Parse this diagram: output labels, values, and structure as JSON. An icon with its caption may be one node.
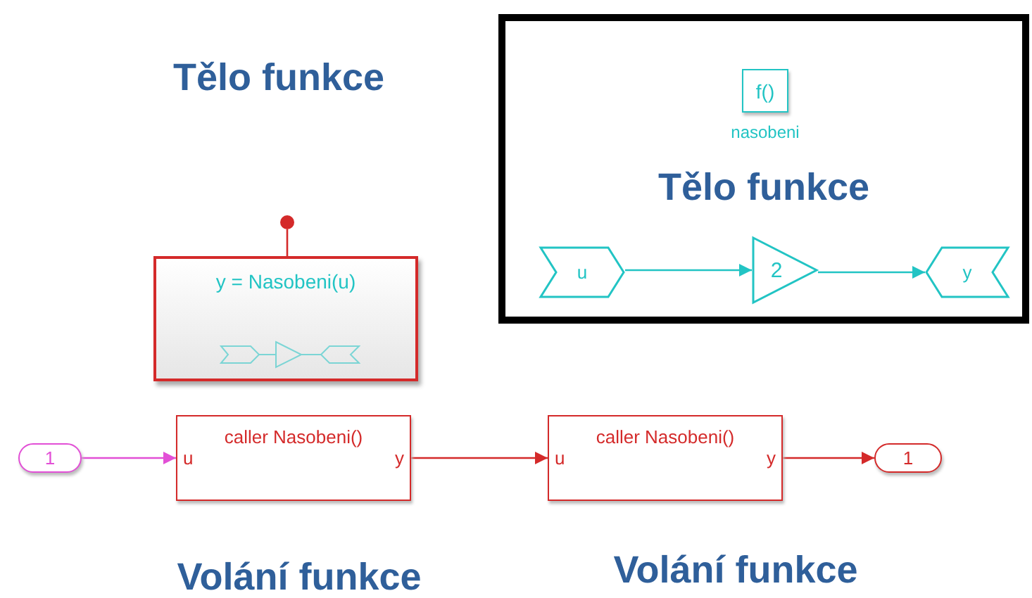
{
  "diagram": {
    "nodes": [
      {
        "text": [
          "y = Nasobeni(u)"
        ]
      },
      {
        "text": [],
        "shape": "circle"
      },
      {
        "text": [
          "Tělo funkce"
        ]
      },
      {
        "text": [
          "f()"
        ],
        "beside": [
          "nasobeni"
        ],
        "in": 2
      },
      {
        "text": [
          "u"
        ],
        "in": 2
      },
      {
        "text": [
          "2"
        ],
        "in": 2
      },
      {
        "text": [
          "y"
        ],
        "in": 2
      },
      {
        "text": [
          "1"
        ]
      },
      {
        "text": [
          "u",
          "caller Nasobeni()",
          "y"
        ]
      },
      {
        "text": [
          "u",
          "caller Nasobeni()",
          "y"
        ]
      },
      {
        "text": [
          "1"
        ]
      }
    ],
    "edges": [
      {
        "from": 1,
        "to": 0,
        "arrow": "none"
      },
      {
        "from": 4,
        "to": 5,
        "arrow": "to",
        "color": "#22c4c4"
      },
      {
        "from": 5,
        "to": 6,
        "arrow": "to",
        "color": "#22c4c4"
      },
      {
        "from": 7,
        "to": 8,
        "arrow": "to",
        "color": "#e24fd6"
      },
      {
        "from": 8,
        "to": 9,
        "arrow": "to"
      },
      {
        "from": 9,
        "to": 10,
        "arrow": "to"
      }
    ],
    "labels": [
      "Tělo funkce",
      "Volání funkce",
      "Volání funkce"
    ]
  }
}
